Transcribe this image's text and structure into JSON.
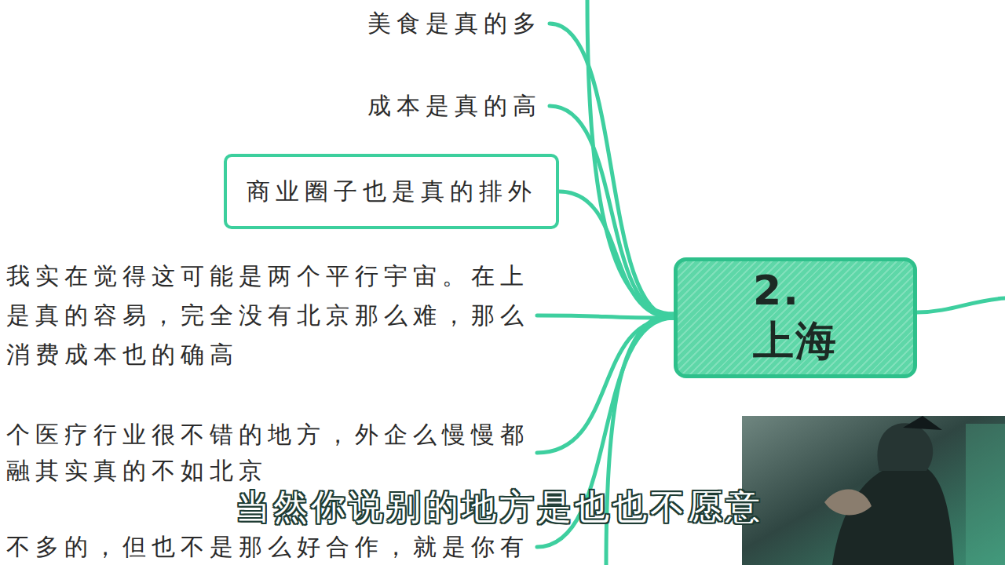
{
  "diagram": {
    "nodes": [
      {
        "text": [
          "2. 上海"
        ]
      },
      {
        "text": [
          "美食是真的多"
        ]
      },
      {
        "text": [
          "成本是真的高"
        ]
      },
      {
        "text": [
          "商业圈子也是真的排外"
        ]
      },
      {
        "text": [
          "我实在觉得这可能是两个平行宇宙。在上 是真的容易，完全没有北京那么难，那么 消费成本也的确高"
        ]
      },
      {
        "text": [
          "个医疗行业很不错的地方，外企么慢慢都 融其实真的不如北京"
        ]
      },
      {
        "text": [
          "不多的，但也不是那么好合作，就是你有"
        ]
      }
    ],
    "edges": [
      {
        "from": 0,
        "to": 1,
        "arrow": "none"
      },
      {
        "from": 0,
        "to": 2,
        "arrow": "none"
      },
      {
        "from": 0,
        "to": 3,
        "arrow": "none"
      },
      {
        "from": 0,
        "to": 4,
        "arrow": "none"
      },
      {
        "from": 0,
        "to": 5,
        "arrow": "none"
      },
      {
        "from": 0,
        "to": 6,
        "arrow": "none"
      }
    ],
    "labels": [
      "当然你说别的地方是也也不愿意"
    ]
  }
}
